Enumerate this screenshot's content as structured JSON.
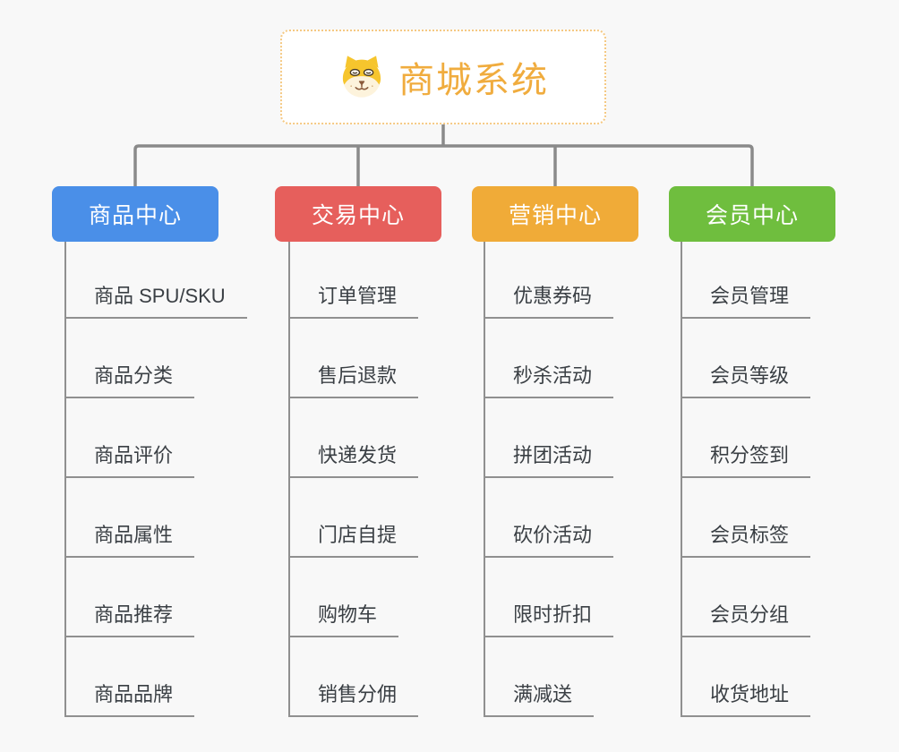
{
  "page": {
    "background": "#f8f8f8",
    "connector_color": "#8a8a8a",
    "leaf_line_color": "#909090",
    "leaf_text_color": "#3a3f44"
  },
  "root": {
    "title": "商城系统",
    "icon": "shiba-dog-icon",
    "text_color": "#f0ac3e",
    "border_color": "#f5c983"
  },
  "branches": [
    {
      "label": "商品中心",
      "color": "#4a8fe8",
      "items": [
        "商品 SPU/SKU",
        "商品分类",
        "商品评价",
        "商品属性",
        "商品推荐",
        "商品品牌"
      ]
    },
    {
      "label": "交易中心",
      "color": "#e65f5c",
      "items": [
        "订单管理",
        "售后退款",
        "快递发货",
        "门店自提",
        "购物车",
        "销售分佣"
      ]
    },
    {
      "label": "营销中心",
      "color": "#f0ab38",
      "items": [
        "优惠券码",
        "秒杀活动",
        "拼团活动",
        "砍价活动",
        "限时折扣",
        "满减送"
      ]
    },
    {
      "label": "会员中心",
      "color": "#6fbe3e",
      "items": [
        "会员管理",
        "会员等级",
        "积分签到",
        "会员标签",
        "会员分组",
        "收货地址"
      ]
    }
  ]
}
